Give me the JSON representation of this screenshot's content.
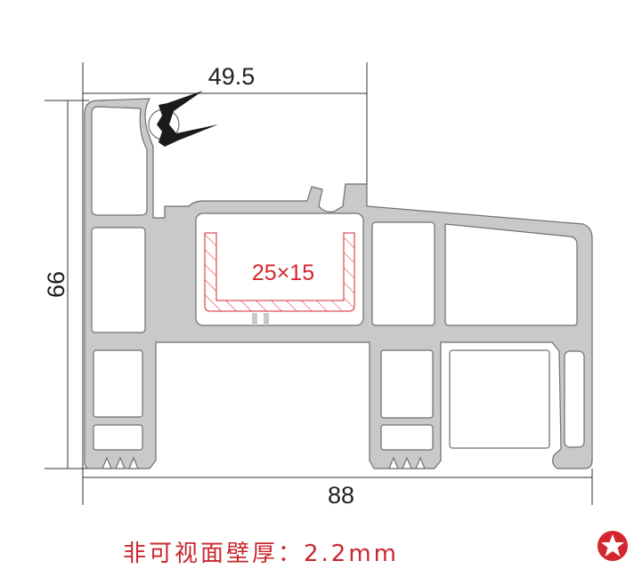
{
  "dimensions": {
    "top_width": "49.5",
    "height": "66",
    "total_width": "88"
  },
  "reinforcement": {
    "label": "25×15"
  },
  "caption": "非可视面壁厚：2.2mm",
  "colors": {
    "profile_fill": "#c9c9c9",
    "profile_stroke": "#6f6f6f",
    "annotation_red": "#d4262e",
    "seal": "#1a1a1a"
  },
  "badge_icon": "star-icon"
}
